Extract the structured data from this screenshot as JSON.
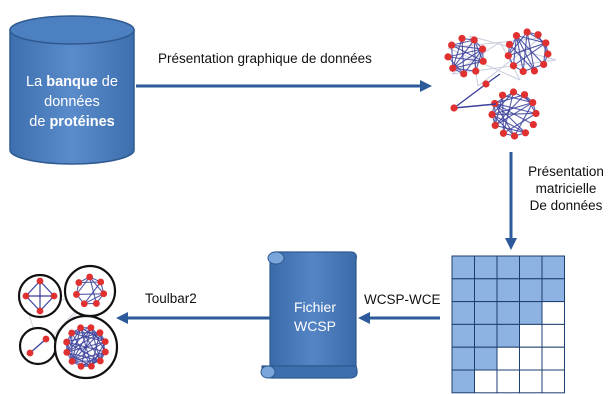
{
  "database": {
    "line1_pre": "La ",
    "line1_bold": "banque",
    "line1_post": " de",
    "line2": "données",
    "line3_pre": "de ",
    "line3_bold": "protéines"
  },
  "edges": {
    "graph_presentation": "Présentation graphique de données",
    "matrix_presentation_1": "Présentation",
    "matrix_presentation_2": "matricielle",
    "matrix_presentation_3": "De données",
    "wcsp_wce": "WCSP-WCE",
    "toolbar2": "Toulbar2"
  },
  "file": {
    "line1": "Fichier",
    "line2": "WCSP"
  },
  "colors": {
    "database_fill": "#4a7ebb",
    "arrow": "#2d5a9a",
    "matrix_blue": "#8db3e2",
    "node_red": "#e03030",
    "edge_dark": "#3a3f9a"
  }
}
